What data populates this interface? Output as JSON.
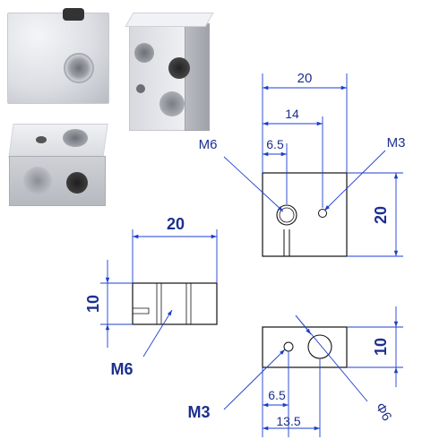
{
  "colors": {
    "dimension_blue": "#1c3fd0",
    "label_blue": "#1c2f8f",
    "outline": "#111111",
    "aluminium_light": "#e9eaee",
    "aluminium_mid": "#c6c8ce",
    "aluminium_dark": "#8e9198"
  },
  "photos": {
    "top_left": "aluminium heater block - top view with set screw",
    "top_right": "aluminium heater block - angled view",
    "bottom_left": "aluminium heater block - side view"
  },
  "front_view": {
    "width": "20",
    "nozzle_offset": "14",
    "m6_offset": "6.5",
    "height": "20",
    "label_m6": "M6",
    "label_m3": "M3"
  },
  "side_view": {
    "width": "20",
    "height": "10",
    "label_m6": "M6"
  },
  "top_view": {
    "height": "10",
    "label_m3": "M3",
    "m3_offset": "6.5",
    "hole_offset": "13.5",
    "diameter": "Φ6"
  }
}
